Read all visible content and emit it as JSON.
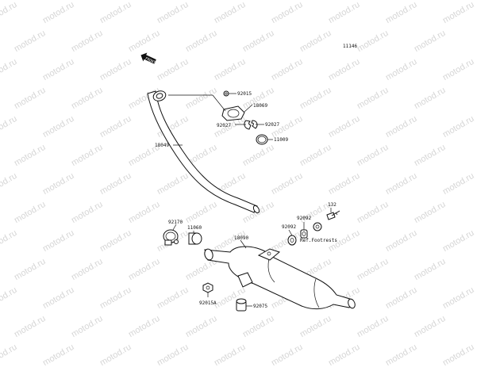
{
  "diagram": {
    "code": "11146",
    "front_arrow_label": "FRONT",
    "watermark_text": "motod.ru",
    "parts": {
      "p92015_top": "92015",
      "p18069": "18069",
      "p92027_left": "92027",
      "p92027_right": "92027",
      "p11009": "11009",
      "p18049": "18049",
      "p92170": "92170",
      "p11060": "11060",
      "p18090": "18090",
      "p92092_a": "92092",
      "p92092_b": "92092",
      "p132": "132",
      "p92015a": "92015A",
      "p92075": "92075"
    },
    "ref_footrests": "Ref.Footrests"
  }
}
